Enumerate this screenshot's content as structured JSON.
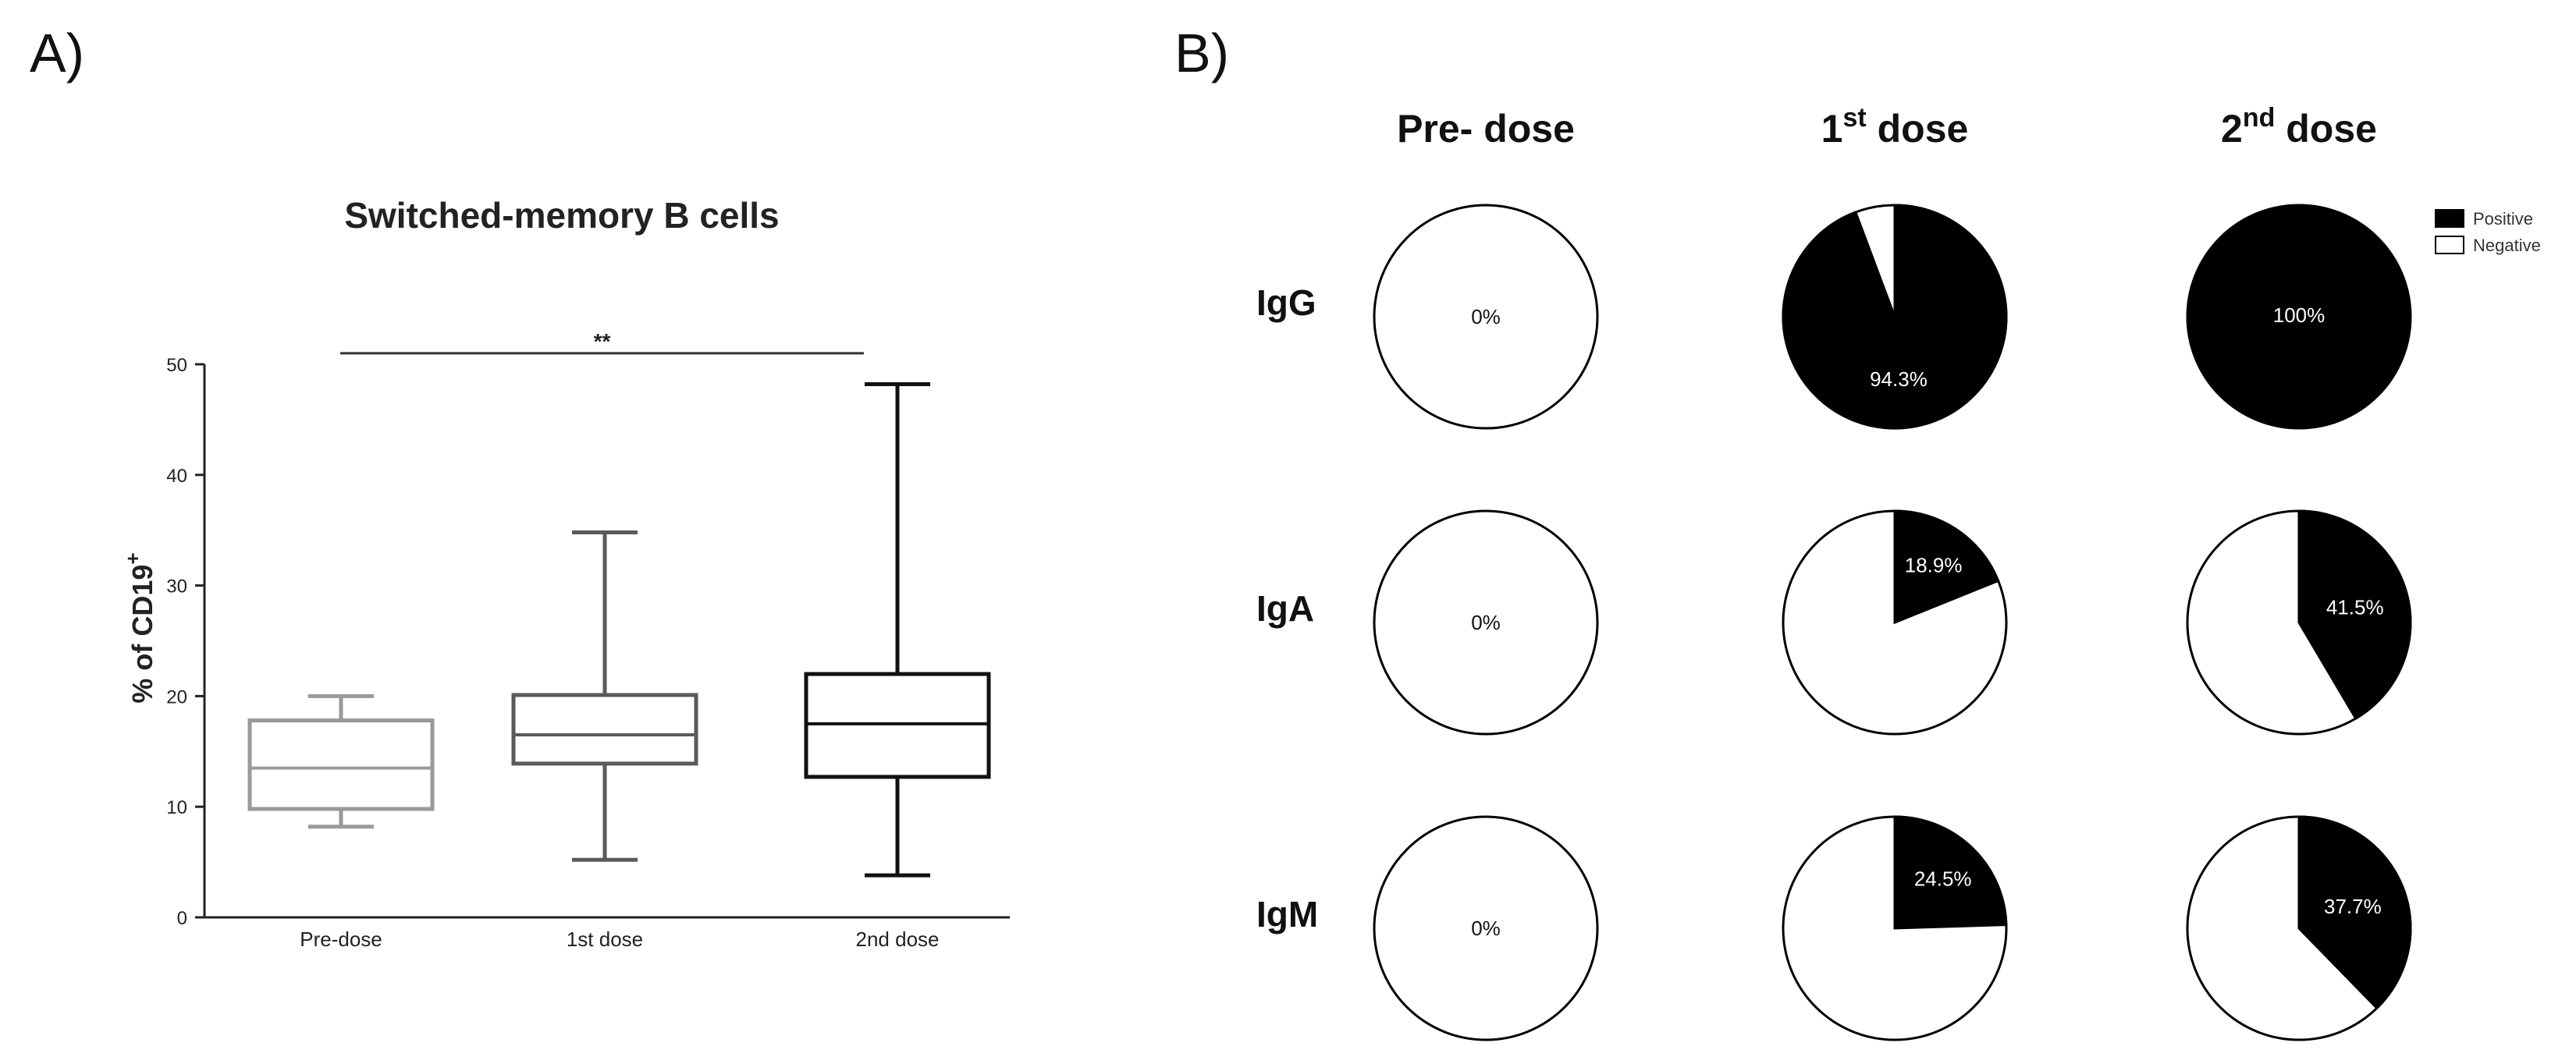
{
  "panels": {
    "a_label": "A)",
    "b_label": "B)"
  },
  "colors": {
    "pre_dose_box": "#9a9a9a",
    "first_dose_box": "#5a5a5a",
    "second_dose_box": "#111111",
    "positive": "#000000",
    "negative": "#ffffff"
  },
  "chart_data": [
    {
      "type": "box",
      "title": "Switched-memory B cells",
      "ylabel": "% of CD19",
      "ylabel_superscript": "+",
      "ylim": [
        0,
        50
      ],
      "yticks": [
        0,
        10,
        20,
        30,
        40,
        50
      ],
      "grid": false,
      "categories": [
        "Pre-dose",
        "1st dose",
        "2nd dose"
      ],
      "boxes": [
        {
          "category": "Pre-dose",
          "min": 8.2,
          "q1": 9.8,
          "median": 13.5,
          "q3": 17.8,
          "max": 20.0
        },
        {
          "category": "1st dose",
          "min": 5.2,
          "q1": 13.9,
          "median": 16.5,
          "q3": 20.1,
          "max": 34.8
        },
        {
          "category": "2nd dose",
          "min": 3.8,
          "q1": 12.7,
          "median": 17.5,
          "q3": 22.0,
          "max": 48.2
        }
      ],
      "significance": {
        "from": "Pre-dose",
        "to": "2nd dose",
        "label": "**",
        "y": 51
      }
    },
    {
      "type": "pie",
      "columns": [
        {
          "base": "Pre- dose",
          "sup": "",
          "tail": ""
        },
        {
          "base": "1",
          "sup": "st",
          "tail": " dose"
        },
        {
          "base": "2",
          "sup": "nd",
          "tail": " dose"
        }
      ],
      "rows": [
        "IgG",
        "IgA",
        "IgM"
      ],
      "legend": {
        "position": "top-right",
        "entries": [
          "Positive",
          "Negative"
        ]
      },
      "pies": [
        [
          {
            "positive": 0,
            "label": "0%"
          },
          {
            "positive": 94.3,
            "label": "94.3%"
          },
          {
            "positive": 100,
            "label": "100%"
          }
        ],
        [
          {
            "positive": 0,
            "label": "0%"
          },
          {
            "positive": 18.9,
            "label": "18.9%"
          },
          {
            "positive": 41.5,
            "label": "41.5%"
          }
        ],
        [
          {
            "positive": 0,
            "label": "0%"
          },
          {
            "positive": 24.5,
            "label": "24.5%"
          },
          {
            "positive": 37.7,
            "label": "37.7%"
          }
        ]
      ]
    }
  ]
}
